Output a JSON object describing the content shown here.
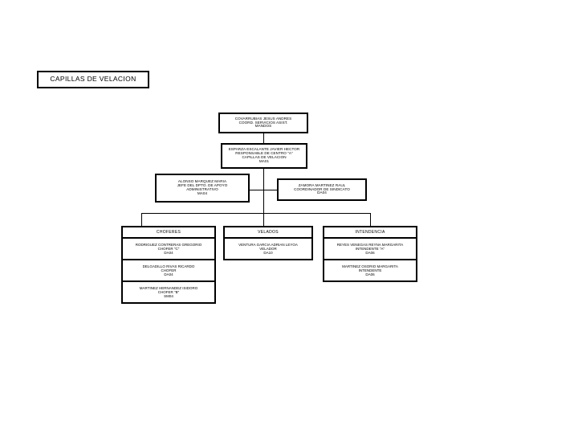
{
  "title": {
    "label": "CAPILLAS DE VELACION"
  },
  "hierarchy": {
    "director": {
      "lines": [
        "COVARRUBIAS JESUS ANDRES",
        "COORD. SERVICIOS ASIST.",
        "MANDOS"
      ]
    },
    "jefe": {
      "lines": [
        "ESPARZA ESCALANTE JAVIER HECTOR",
        "RESPONSABLE DE CENTRO \"A\"",
        "CAPILLAS DE VELACION",
        "MA01"
      ]
    },
    "administrativo": {
      "lines": [
        "ALONSO MARQUEZ MARIA",
        "JEFE DEL DPTO. DE APOYO",
        "ADMINISTRATIVO",
        "MA04"
      ]
    },
    "sindicato": {
      "lines": [
        "ZAMORA MARTINEZ RAUL",
        "COORDINADOR DE SINDICATO",
        "DA04"
      ]
    }
  },
  "columns": [
    {
      "header": "CHOFERES",
      "entries": [
        {
          "lines": [
            "RODRIGUEZ CONTRERAS GREGORIO",
            "CHOFER \"C\"",
            "DA04"
          ]
        },
        {
          "lines": [
            "DELGADILLO RIVAS RICARDO",
            "CHOFER",
            "DA04"
          ]
        },
        {
          "lines": [
            "MARTINEZ HERNANDEZ ISIDORO",
            "CHOFER \"B\"",
            "SM04"
          ]
        }
      ]
    },
    {
      "header": "VELADOS",
      "entries": [
        {
          "lines": [
            "VENTURA GARCIA ADRIAN LEYOA",
            "VELADOR",
            "DA10"
          ]
        }
      ]
    },
    {
      "header": "INTENDENCIA",
      "entries": [
        {
          "lines": [
            "REYES VENEGAS REYNA MARGARITA",
            "INTENDENTE \"A\"",
            "DA06"
          ]
        },
        {
          "lines": [
            "MARTINEZ OSORIO MARGARITA",
            "INTENDENTE",
            "DA06"
          ]
        }
      ]
    }
  ],
  "colors": {
    "stroke": "#000000",
    "background": "#ffffff",
    "text": "#000000"
  }
}
